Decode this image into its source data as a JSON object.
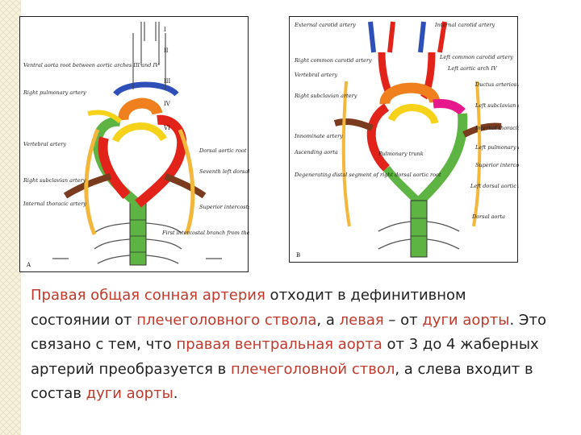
{
  "figure_a": {
    "panel_letter": "A",
    "labels": {
      "ventral_aorta": "Ventral aorta root between aortic arches III and IV",
      "right_pulmonary": "Right pulmonary artery",
      "vertebral": "Vertebral artery",
      "right_subclavian": "Right subclavian artery",
      "internal_thoracic": "Internal thoracic artery",
      "dorsal_aortic_root": "Dorsal aortic root",
      "seventh_dorsal": "Seventh left dorsal intersegmental artery",
      "superior_intercostal": "Superior intercostal artery",
      "first_intercostal": "First intercostal branch from the dorsal aorta"
    },
    "arch_numbers": [
      "I",
      "II",
      "III",
      "IV",
      "VI"
    ]
  },
  "figure_b": {
    "panel_letter": "B",
    "labels": {
      "external_carotid": "External carotid artery",
      "internal_carotid": "Internal carotid artery",
      "right_common_carotid": "Right common carotid artery",
      "left_common_carotid": "Left common carotid artery",
      "vertebral": "Vertebral artery",
      "left_aortic_arch": "Left aortic arch IV",
      "right_subclavian": "Right subclavian artery",
      "ductus": "Ductus arteriosus",
      "left_subclavian": "Left subclavian artery",
      "innominate": "Innominate artery",
      "ascending_aorta": "Ascending aorta",
      "pulmonary_trunk": "Pulmonary trunk",
      "internal_thoracic": "Internal thoracic artery",
      "left_pulmonary": "Left pulmonary artery",
      "superior_intercostal": "Superior intercostal artery",
      "degenerating": "Degenerating distal segment of right dorsal aortic root",
      "left_dorsal_root": "Left dorsal aortic root",
      "dorsal_aorta": "Dorsal aorta"
    }
  },
  "caption": {
    "p1": "Правая общая сонная артерия",
    "p2": " отходит в дефинитивном состоянии от ",
    "p3": "плечеголовного ствола",
    "p4": ", а ",
    "p5": "левая",
    "p6": " – от ",
    "p7": "дуги аорты",
    "p8": ". Это связано с тем, что ",
    "p9": "правая вентральная аорта",
    "p10": " от 3 до 4 жаберных артерий преобразуется в ",
    "p11": "плечеголовной ствол",
    "p12": ", а слева входит в состав ",
    "p13": "дуги аорты",
    "p14": "."
  },
  "colors": {
    "red": "#e2231a",
    "orange": "#f07f1e",
    "yellow": "#f6d21b",
    "green": "#5db443",
    "blue": "#2f4fb8",
    "brown": "#7a3b1f",
    "pink": "#e6188c",
    "highlight": "#c0392b",
    "strip": "#f6f1de"
  }
}
